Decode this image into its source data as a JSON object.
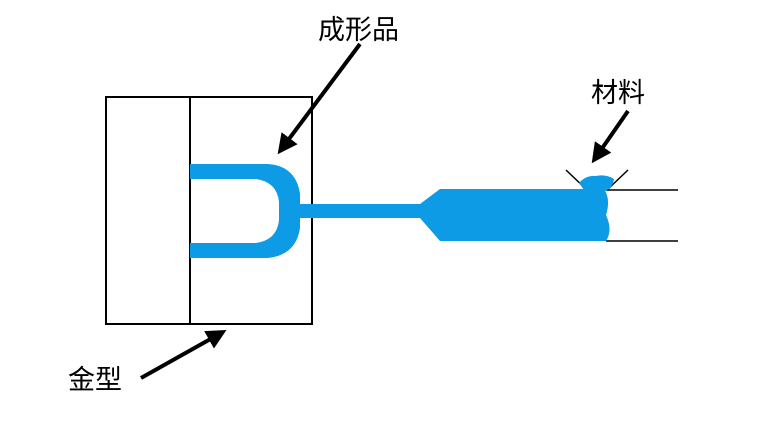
{
  "labels": {
    "product": "成形品",
    "material": "材料",
    "mold": "金型"
  },
  "colors": {
    "resin": "#0c9be4",
    "outline": "#000000",
    "arrow": "#000000",
    "background": "#ffffff"
  }
}
